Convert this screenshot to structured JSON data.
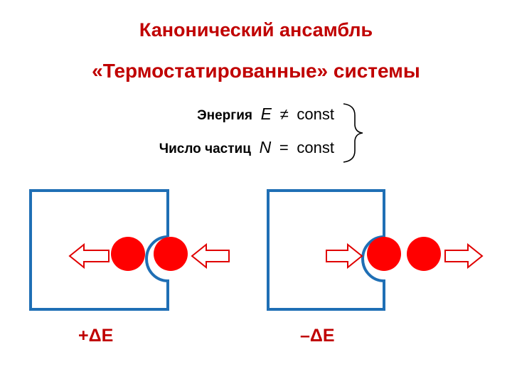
{
  "header": {
    "title": "Канонический ансамбль",
    "subtitle": "«Термостатированные»  системы"
  },
  "conditions": [
    {
      "label": "Энергия",
      "symbol": "E",
      "relation": "≠",
      "value": "const"
    },
    {
      "label": "Число частиц",
      "symbol": "N",
      "relation": "=",
      "value": "const"
    }
  ],
  "panels": [
    {
      "label": "+ΔE",
      "direction": "inward"
    },
    {
      "label": "–ΔE",
      "direction": "outward"
    }
  ],
  "colors": {
    "title": "#c00000",
    "box_stroke": "#1f6fb5",
    "particle": "#ff0000",
    "arrow_stroke": "#e00000"
  }
}
